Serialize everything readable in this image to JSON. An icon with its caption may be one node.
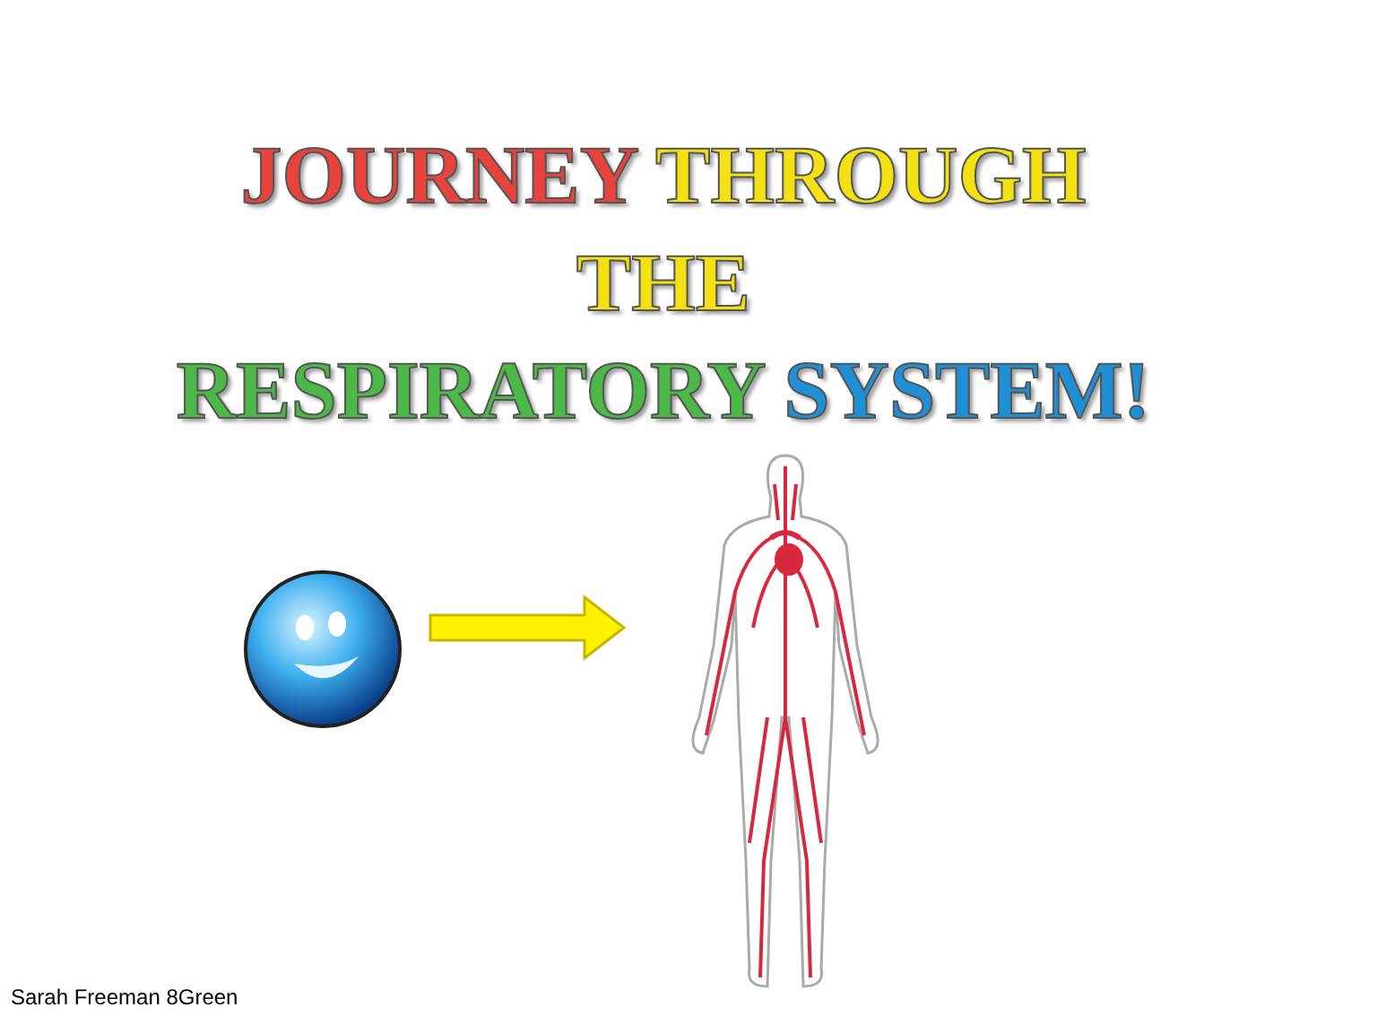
{
  "diagram": {
    "title": "JOURNEY THROUGH THE RESPIRATORY SYSTEM!",
    "nodes": [
      {
        "text": [],
        "shape": "picture"
      },
      {
        "text": [],
        "shape": "picture"
      }
    ],
    "edges": [
      {
        "from": 0,
        "to": 1,
        "arrow": "to",
        "style": "thick"
      }
    ],
    "labels": [
      "Sarah Freeman 8Green"
    ]
  }
}
